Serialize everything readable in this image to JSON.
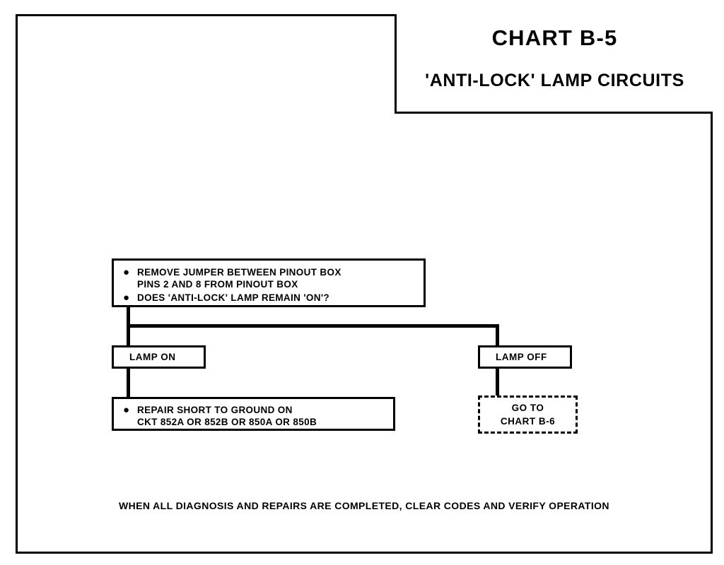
{
  "chart": {
    "title": "CHART B-5",
    "subtitle": "'ANTI-LOCK' LAMP CIRCUITS"
  },
  "nodes": {
    "question": {
      "bullet_symbol": "●",
      "lines": [
        "REMOVE JUMPER BETWEEN PINOUT BOX\nPINS 2 AND 8 FROM PINOUT BOX",
        "DOES 'ANTI-LOCK' LAMP REMAIN 'ON'?"
      ]
    },
    "branch_left": {
      "label": "LAMP ON"
    },
    "branch_right": {
      "label": "LAMP OFF"
    },
    "repair": {
      "bullet_symbol": "●",
      "text": "REPAIR SHORT TO GROUND ON\nCKT 852A OR 852B OR 850A OR 850B"
    },
    "goto": {
      "line1": "GO TO",
      "line2": "CHART B-6"
    }
  },
  "footer": {
    "note": "WHEN ALL DIAGNOSIS AND REPAIRS ARE COMPLETED, CLEAR CODES AND VERIFY OPERATION"
  },
  "colors": {
    "ink": "#000000",
    "paper": "#ffffff"
  }
}
